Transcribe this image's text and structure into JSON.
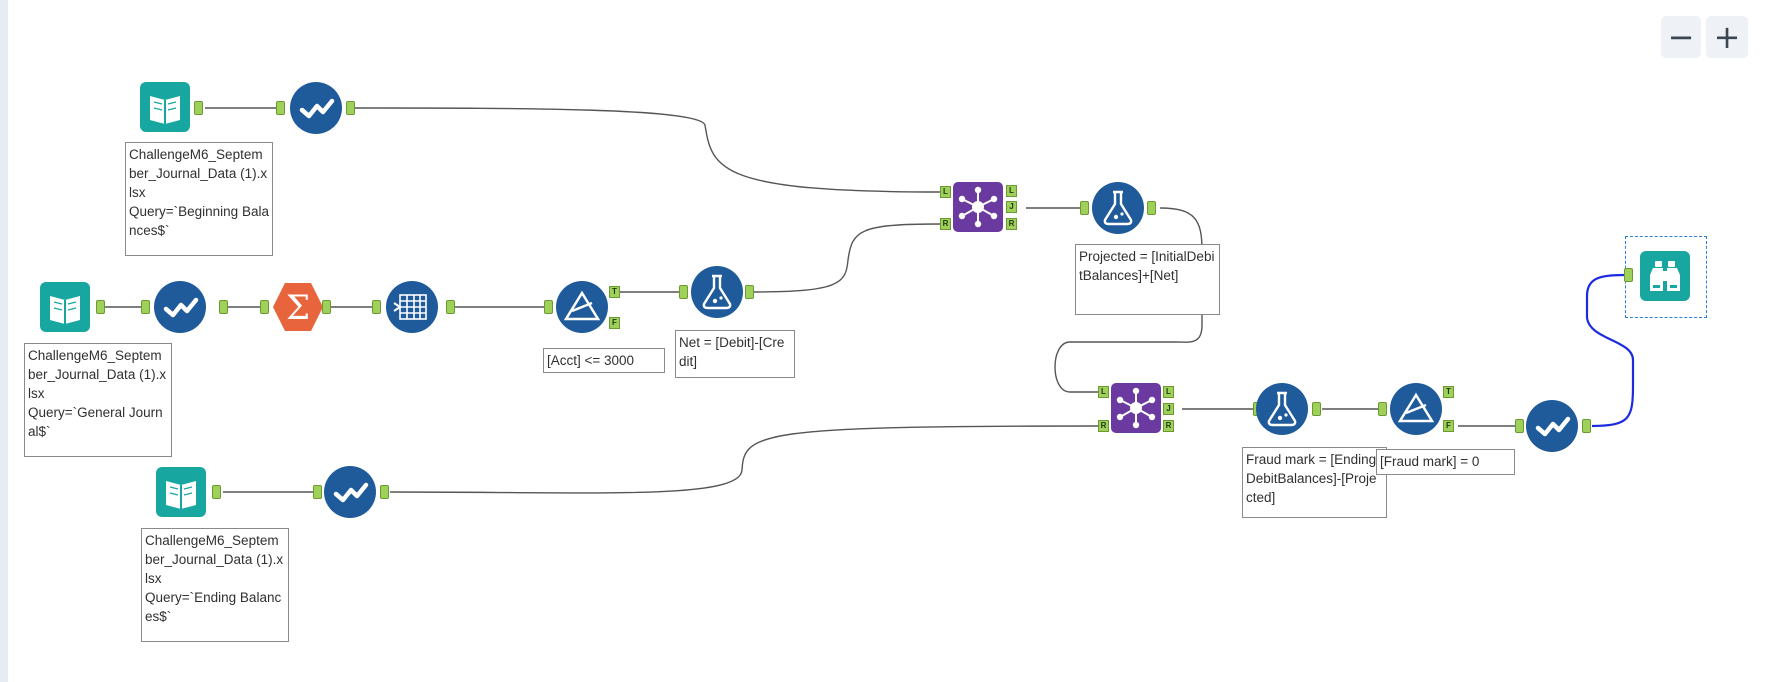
{
  "zoom_controls": {
    "zoom_out_label": "−",
    "zoom_in_label": "+"
  },
  "anchors": {
    "true_label": "T",
    "false_label": "F",
    "left_label": "L",
    "right_label": "R",
    "join_label": "J"
  },
  "tools": {
    "input_beginning": {
      "annotation": "ChallengeM6_September_Journal_Data (1).xlsx\nQuery=`Beginning Balances$`"
    },
    "input_general": {
      "annotation": "ChallengeM6_September_Journal_Data (1).xlsx\nQuery=`General Journal$`"
    },
    "input_ending": {
      "annotation": "ChallengeM6_September_Journal_Data (1).xlsx\nQuery=`Ending Balances$`"
    },
    "filter_acct": {
      "annotation": "[Acct] <= 3000"
    },
    "formula_net": {
      "annotation": "Net = [Debit]-[Credit]"
    },
    "formula_projected": {
      "annotation": "Projected = [InitialDebitBalances]+[Net]"
    },
    "formula_fraud": {
      "annotation": "Fraud mark = [EndingDebitBalances]-[Projected]"
    },
    "filter_fraud": {
      "annotation": "[Fraud mark] = 0"
    }
  },
  "colors": {
    "tool_blue": "#1f5b9a",
    "input_teal": "#18a7a0",
    "summarize_orange": "#e8643c",
    "join_purple": "#6b3aa0",
    "anchor_green": "#9fd05a",
    "selection_blue": "#2b7fd6"
  },
  "icons": {
    "input": "book-icon",
    "select": "checkmark-icon",
    "summarize": "sigma-icon",
    "crosstab": "grid-icon",
    "filter": "filter-triangle-icon",
    "formula": "flask-icon",
    "join": "network-icon",
    "browse": "binoculars-icon"
  }
}
